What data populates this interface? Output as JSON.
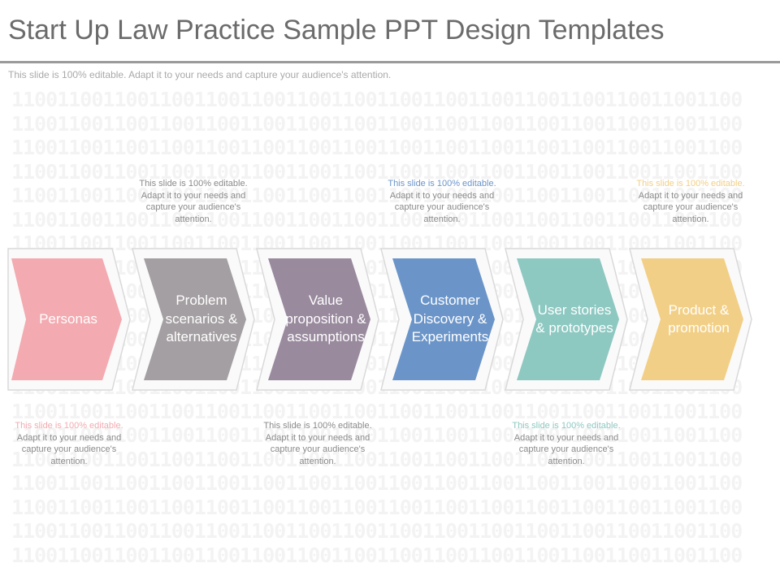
{
  "slide": {
    "title": "Start Up Law Practice Sample PPT Design Templates",
    "subtitle": "This slide is 100% editable. Adapt it to your needs and capture your audience's attention.",
    "background_pattern": "1100110011001100110011001100110011001100110011001100110011001100"
  },
  "steps": [
    {
      "label": "Personas",
      "color": "#f3aab0",
      "note": {
        "line1": "This slide is 100% editable.",
        "line2": "Adapt it to your needs and capture your audience's attention.",
        "accent": "#f3aab0"
      }
    },
    {
      "label": "Problem\nscenarios &\nalternatives",
      "color": "#a49fa2",
      "note": {
        "line1": "This slide is 100% editable.",
        "line2": "Adapt it to your needs and capture your audience's attention.",
        "accent": "#8a8a8a"
      }
    },
    {
      "label": "Value\nproposition &\nassumptions",
      "color": "#998a9e",
      "note": {
        "line1": "This slide is 100% editable.",
        "line2": "Adapt it to your needs and capture your audience's attention.",
        "accent": "#8a8a8a"
      }
    },
    {
      "label": "Customer\nDiscovery &\nExperiments",
      "color": "#6b95c9",
      "note": {
        "line1": "This slide is 100% editable.",
        "line2": "Adapt it to your needs and capture your audience's attention.",
        "accent": "#6b95c9"
      }
    },
    {
      "label": "User stories\n& prototypes",
      "color": "#8dc8c1",
      "note": {
        "line1": "This slide is 100% editable.",
        "line2": "Adapt it to your needs and capture your audience's attention.",
        "accent": "#8dc8c1"
      }
    },
    {
      "label": "Product &\npromotion",
      "color": "#f2cf86",
      "note": {
        "line1": "This slide is 100% editable.",
        "line2": "Adapt it to your needs and capture your audience's attention.",
        "accent": "#f2cf86"
      }
    }
  ]
}
